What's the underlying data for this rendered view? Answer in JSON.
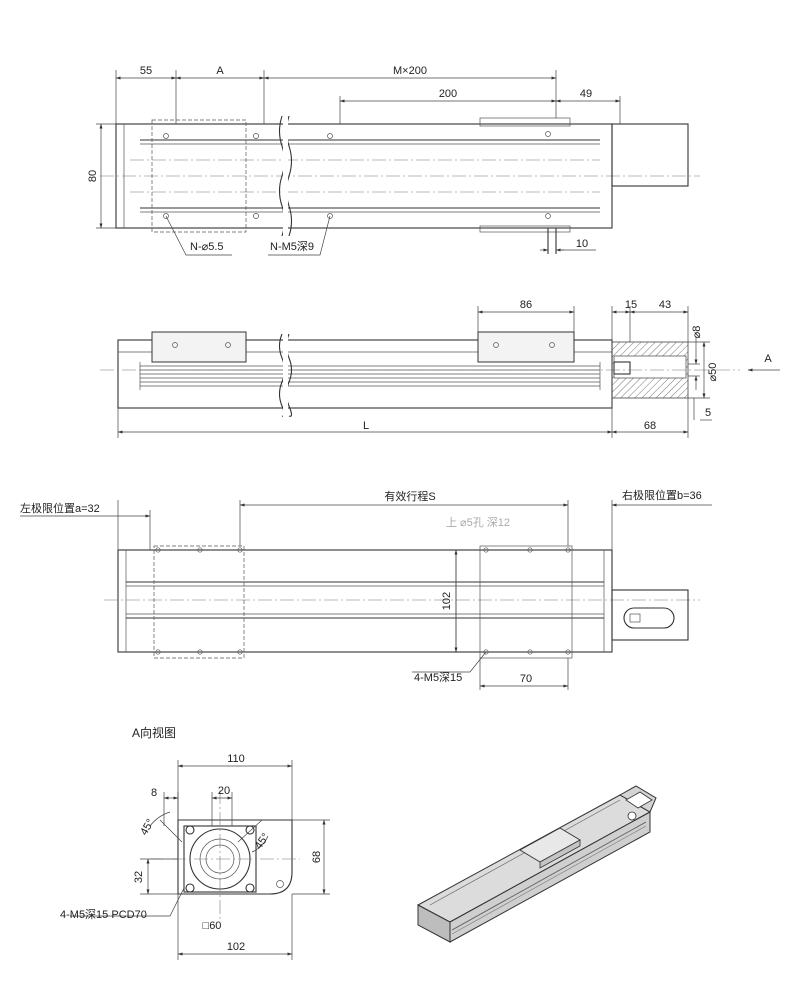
{
  "top_view": {
    "dim_55": "55",
    "dim_a": "A",
    "dim_m": "M×200",
    "dim_200": "200",
    "dim_49": "49",
    "dim_80": "80",
    "dim_10": "10",
    "label_hole_n": "N-⌀5.5",
    "label_tap_n": "N-M5深9"
  },
  "side_view": {
    "dim_86": "86",
    "dim_15": "15",
    "dim_43": "43",
    "dim_d8": "⌀8",
    "dim_d50": "⌀50",
    "dim_5": "5",
    "dim_68": "68",
    "dim_l": "L",
    "view_arrow_label": "A"
  },
  "stroke_view": {
    "left_limit": "左极限位置a=32",
    "effective_stroke": "有效行程S",
    "right_limit": "右极限位置b=36",
    "dim_102": "102",
    "label_tap": "4-M5深15",
    "dim_70": "70",
    "faint_label": "上 ⌀5孔 深12"
  },
  "end_view": {
    "title": "A向视图",
    "dim_110": "110",
    "dim_8": "8",
    "dim_20": "20",
    "dim_45a": "45°",
    "dim_45b": "45°",
    "dim_32": "32",
    "dim_68": "68",
    "label_tap": "4-M5深15 PCD70",
    "dim_sq60": "□60",
    "dim_102": "102"
  }
}
